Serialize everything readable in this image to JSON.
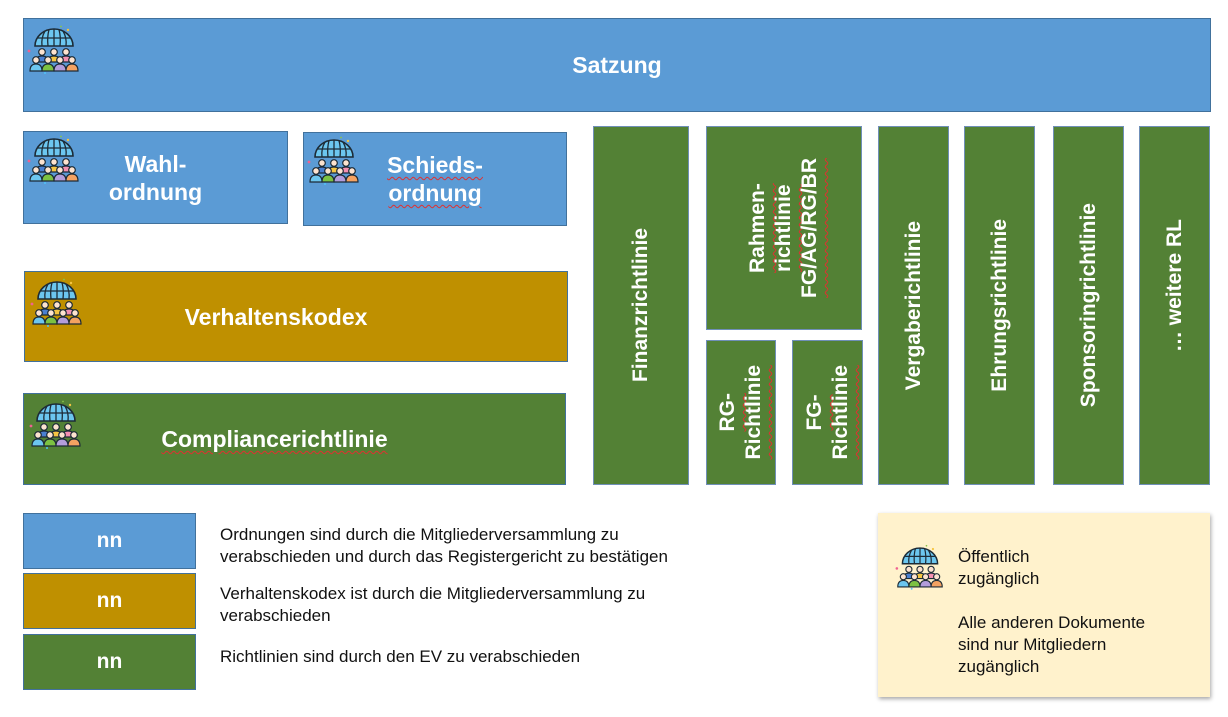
{
  "colors": {
    "ordnung_blue": "#5b9bd5",
    "kodex_gold": "#bf9000",
    "richtlinie_green": "#538135",
    "info_bg": "#fff2cc",
    "border": "#41719c"
  },
  "icons": {
    "public_access": "globe-people-icon"
  },
  "top": {
    "satzung": {
      "label": "Satzung",
      "public": true
    }
  },
  "ordnungen": [
    {
      "label": "Wahl-\nordnung",
      "public": true
    },
    {
      "label": "Schieds-\nordnung",
      "public": true
    }
  ],
  "kodex": {
    "label": "Verhaltenskodex",
    "public": true
  },
  "compliance": {
    "label": "Compliancerichtlinie",
    "public": true
  },
  "richtlinien": [
    {
      "label": "Finanzrichtlinie"
    },
    {
      "label": "Rahmen-\nrichtlinie\nFG/AG/RG/BR"
    },
    {
      "label": "RG-\nRichtlinie"
    },
    {
      "label": "FG-\nRichtlinie"
    },
    {
      "label": "Vergaberichtlinie"
    },
    {
      "label": "Ehrungsrichtlinie"
    },
    {
      "label": "Sponsoringrichtlinie"
    },
    {
      "label": "… weitere RL"
    }
  ],
  "legend": [
    {
      "swatch_label": "nn",
      "color": "blue",
      "text": "Ordnungen sind durch die Mitgliederversammlung zu\nverabschieden und durch das Registergericht zu bestätigen"
    },
    {
      "swatch_label": "nn",
      "color": "gold",
      "text": "Verhaltenskodex ist durch die Mitgliederversammlung zu\nverabschieden"
    },
    {
      "swatch_label": "nn",
      "color": "green",
      "text": "Richtlinien sind durch den EV zu verabschieden"
    }
  ],
  "info": {
    "public_text": "Öffentlich\nzugänglich",
    "members_text": "Alle anderen Dokumente\nsind nur Mitgliedern\nzugänglich"
  }
}
